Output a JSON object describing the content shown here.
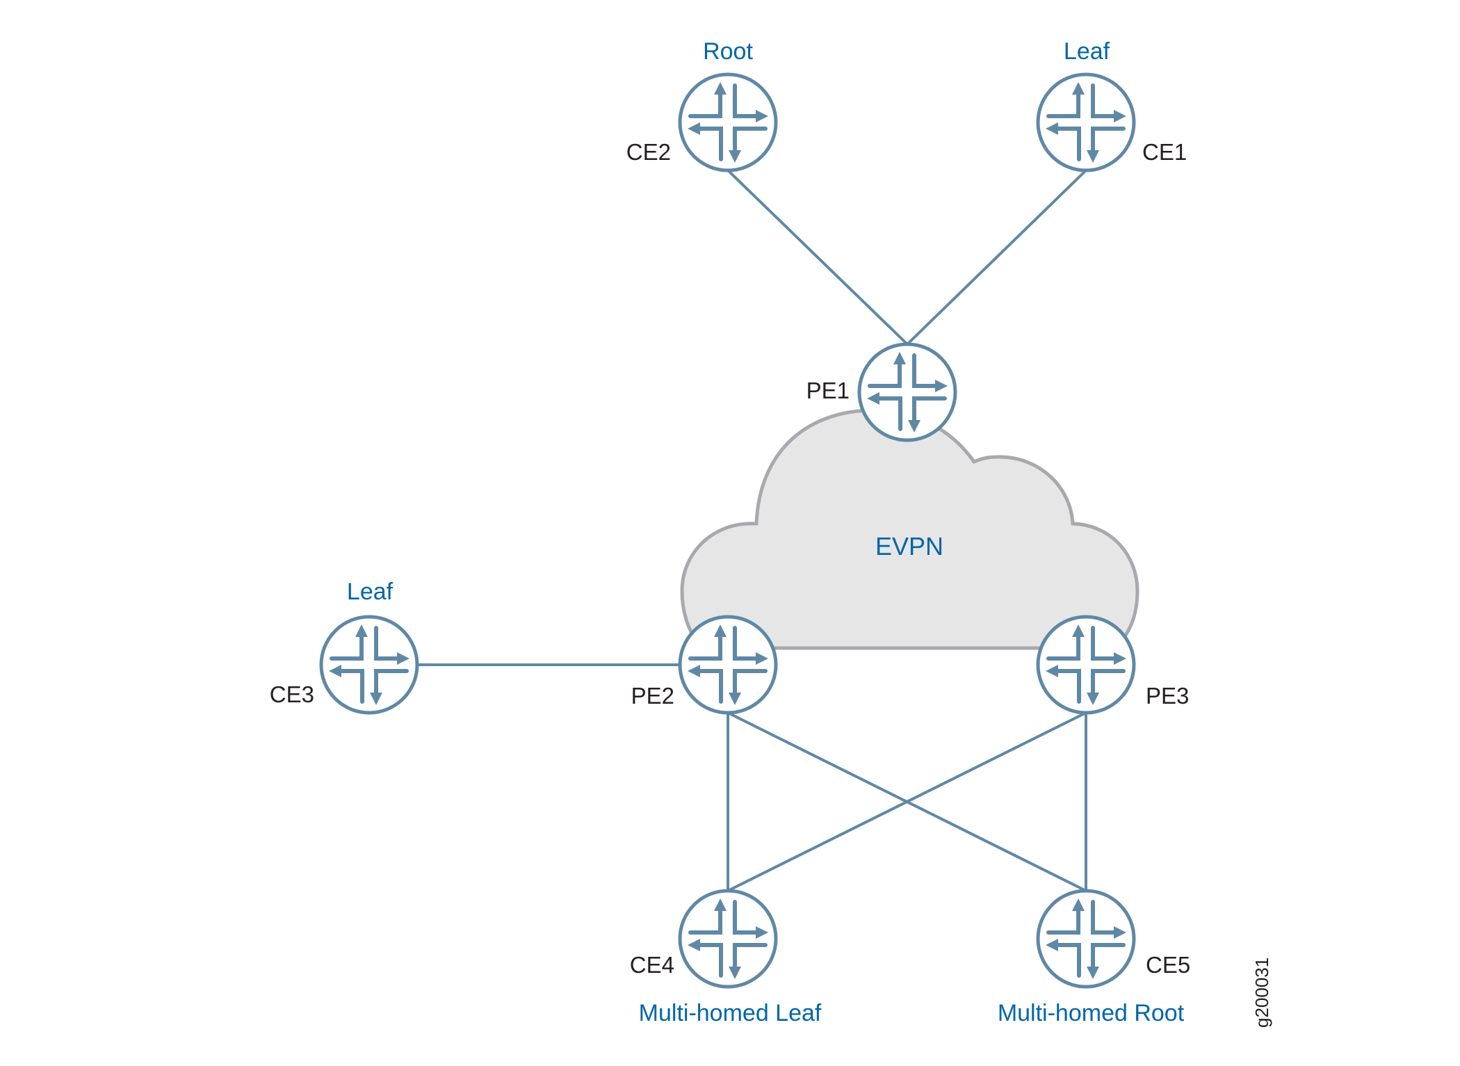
{
  "diagram": {
    "cloud": {
      "label": "EVPN"
    },
    "nodes": [
      {
        "id": "CE2",
        "label": "CE2",
        "role": "Root"
      },
      {
        "id": "CE1",
        "label": "CE1",
        "role": "Leaf"
      },
      {
        "id": "PE1",
        "label": "PE1",
        "role": ""
      },
      {
        "id": "CE3",
        "label": "CE3",
        "role": "Leaf"
      },
      {
        "id": "PE2",
        "label": "PE2",
        "role": ""
      },
      {
        "id": "PE3",
        "label": "PE3",
        "role": ""
      },
      {
        "id": "CE4",
        "label": "CE4",
        "role": "Multi-homed Leaf"
      },
      {
        "id": "CE5",
        "label": "CE5",
        "role": "Multi-homed Root"
      }
    ],
    "links": [
      [
        "CE2",
        "PE1"
      ],
      [
        "CE1",
        "PE1"
      ],
      [
        "CE3",
        "PE2"
      ],
      [
        "PE2",
        "CE4"
      ],
      [
        "PE2",
        "CE5"
      ],
      [
        "PE3",
        "CE4"
      ],
      [
        "PE3",
        "CE5"
      ]
    ],
    "figure_id": "g200031",
    "colors": {
      "link": "#5f88a5",
      "role_text": "#0066a8",
      "node_text": "#231f20",
      "cloud_fill": "#e6e6e6",
      "cloud_stroke": "#a8a9ad"
    }
  }
}
